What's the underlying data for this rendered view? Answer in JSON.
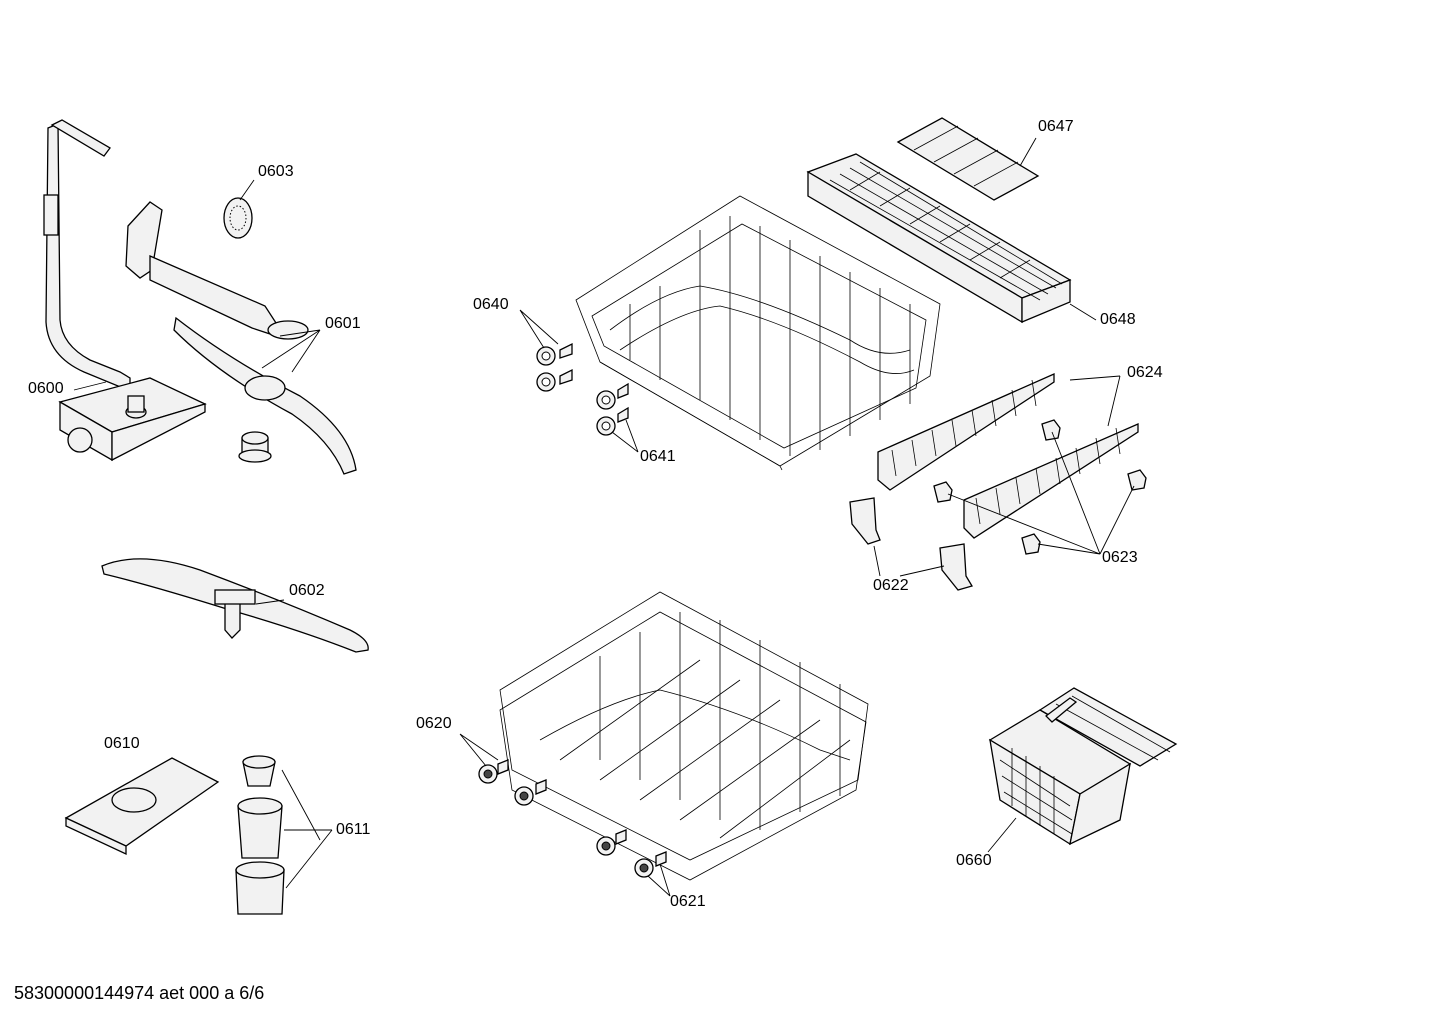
{
  "parts": [
    {
      "id": "p0600",
      "number": "0600"
    },
    {
      "id": "p0601",
      "number": "0601"
    },
    {
      "id": "p0602",
      "number": "0602"
    },
    {
      "id": "p0603",
      "number": "0603"
    },
    {
      "id": "p0610",
      "number": "0610"
    },
    {
      "id": "p0611",
      "number": "0611"
    },
    {
      "id": "p0620",
      "number": "0620"
    },
    {
      "id": "p0621",
      "number": "0621"
    },
    {
      "id": "p0622",
      "number": "0622"
    },
    {
      "id": "p0623",
      "number": "0623"
    },
    {
      "id": "p0624",
      "number": "0624"
    },
    {
      "id": "p0640",
      "number": "0640"
    },
    {
      "id": "p0641",
      "number": "0641"
    },
    {
      "id": "p0647",
      "number": "0647"
    },
    {
      "id": "p0648",
      "number": "0648"
    },
    {
      "id": "p0660",
      "number": "0660"
    }
  ],
  "footer": {
    "text": "58300000144974 aet 000 a 6/6"
  }
}
